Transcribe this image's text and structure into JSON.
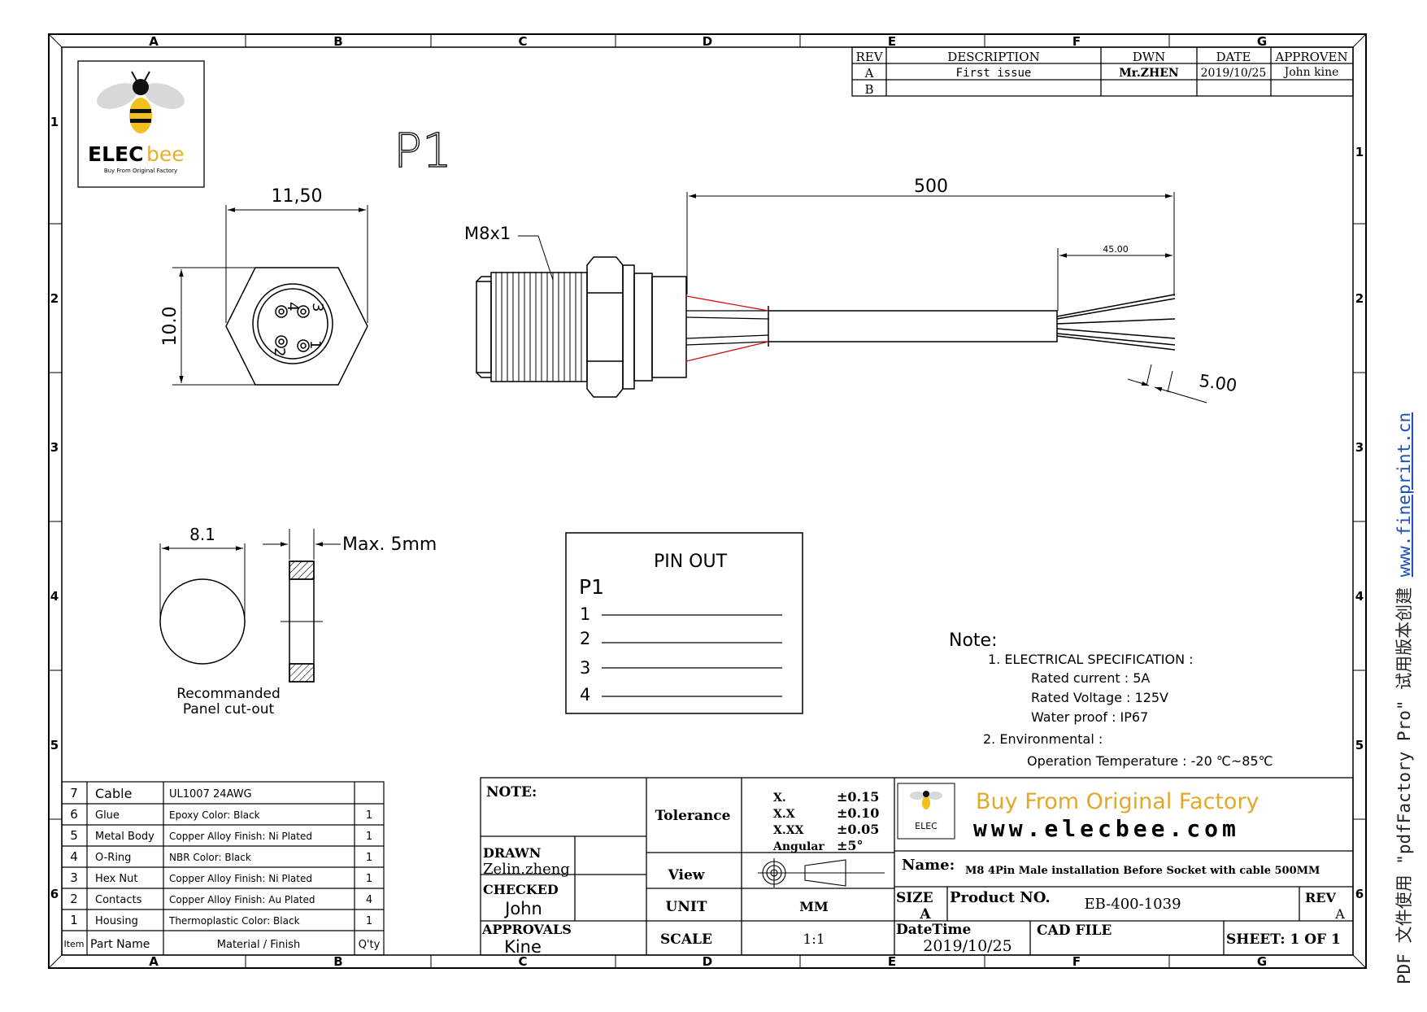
{
  "border": {
    "cols_top": [
      "A",
      "B",
      "C",
      "D",
      "E",
      "F",
      "G"
    ],
    "cols_bottom": [
      "A",
      "B",
      "C",
      "D",
      "E",
      "F",
      "G"
    ],
    "rows": [
      "1",
      "2",
      "3",
      "4",
      "5",
      "6"
    ]
  },
  "revision_table": {
    "headers": [
      "REV",
      "DESCRIPTION",
      "DWN",
      "DATE",
      "APPROVEN"
    ],
    "rows": [
      {
        "rev": "A",
        "description": "First issue",
        "dwn": "Mr.ZHEN",
        "date": "2019/10/25",
        "approven": "John kine"
      },
      {
        "rev": "B",
        "description": "",
        "dwn": "",
        "date": "",
        "approven": ""
      }
    ]
  },
  "logo": {
    "brand_left": "ELEC",
    "brand_right": "bee",
    "tagline": "Buy From Original Factory"
  },
  "drawing": {
    "title": "P1",
    "front_width": "11,50",
    "front_height": "10.0",
    "pin_labels": [
      "4",
      "3",
      "2",
      "1"
    ],
    "thread_label": "M8x1",
    "cable_length": "500",
    "strip_length": "45.00",
    "wire_strip": "5.00",
    "cutout_diameter": "8.1",
    "max_panel": "Max. 5mm",
    "cutout_caption_1": "Recommanded",
    "cutout_caption_2": "Panel cut-out"
  },
  "pinout": {
    "title": "PIN OUT",
    "label": "P1",
    "pins": [
      "1",
      "2",
      "3",
      "4"
    ]
  },
  "note": {
    "title": "Note:",
    "lines": [
      "1. ELECTRICAL SPECIFICATION :",
      "Rated current : 5A",
      "Rated Voltage : 125V",
      "Water proof : IP67",
      "2. Environmental :",
      "Operation Temperature : -20 ℃~85℃"
    ]
  },
  "bom": {
    "header": {
      "item": "Item",
      "part": "Part Name",
      "material": "Material / Finish",
      "qty": "Q'ty"
    },
    "rows": [
      {
        "item": "7",
        "part": "Cable",
        "material": "UL1007 24AWG",
        "qty": ""
      },
      {
        "item": "6",
        "part": "Glue",
        "material": "Epoxy Color: Black",
        "qty": "1"
      },
      {
        "item": "5",
        "part": "Metal Body",
        "material": "Copper Alloy Finish: Ni Plated",
        "qty": "1"
      },
      {
        "item": "4",
        "part": "O-Ring",
        "material": "NBR Color: Black",
        "qty": "1"
      },
      {
        "item": "3",
        "part": "Hex Nut",
        "material": "Copper Alloy Finish: Ni Plated",
        "qty": "1"
      },
      {
        "item": "2",
        "part": "Contacts",
        "material": "Copper Alloy Finish: Au Plated",
        "qty": "4"
      },
      {
        "item": "1",
        "part": "Housing",
        "material": "Thermoplastic Color: Black",
        "qty": "1"
      }
    ]
  },
  "title_block": {
    "note_label": "NOTE:",
    "drawn_label": "DRAWN",
    "drawn_by": "Zelin.zheng",
    "checked_label": "CHECKED",
    "checked_by": "John",
    "approvals_label": "APPROVALS",
    "approvals_by": "Kine",
    "tolerance_label": "Tolerance",
    "tolerances": [
      {
        "k": "X.",
        "v": "±0.15"
      },
      {
        "k": "X.X",
        "v": "±0.10"
      },
      {
        "k": "X.XX",
        "v": "±0.05"
      },
      {
        "k": "Angular",
        "v": "±5°"
      }
    ],
    "view_label": "View",
    "unit_label": "UNIT",
    "unit_value": "MM",
    "scale_label": "SCALE",
    "scale_value": "1:1",
    "slogan": "Buy From Original Factory",
    "website": "www.elecbee.com",
    "name_label": "Name:",
    "name_value": "M8 4Pin Male installation Before Socket with cable 500MM",
    "size_label": "SIZE",
    "size_value": "A",
    "product_label": "Product NO.",
    "product_value": "EB-400-1039",
    "rev_label": "REV",
    "rev_value": "A",
    "datetime_label": "DateTime",
    "datetime_value": "2019/10/25",
    "cadfile_label": "CAD FILE",
    "sheet_label": "SHEET: 1 OF 1"
  },
  "watermark": {
    "text": "PDF 文件使用 \"pdfFactory Pro\" 试用版本创建 ",
    "link": "www.fineprint.cn"
  },
  "colors": {
    "line": "#000000",
    "wire_highlight": "#d01010",
    "slogan": "#d9a21a",
    "link": "#1a4fb8"
  }
}
